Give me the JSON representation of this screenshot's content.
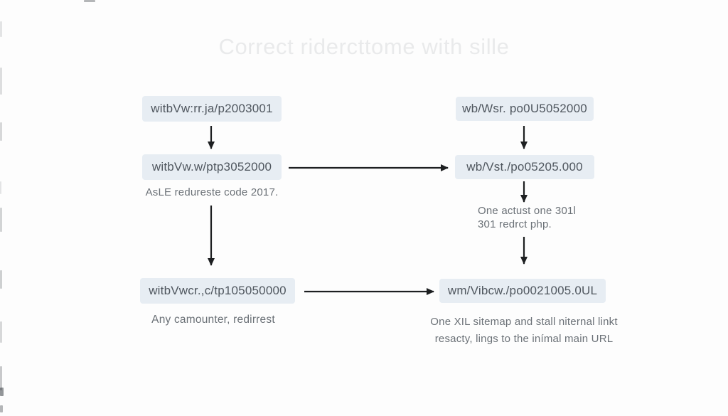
{
  "title": "Correct ridercttome with sille",
  "colors": {
    "background": "#fdfdfd",
    "box_bg": "#e7edf3",
    "box_text": "#4f565e",
    "caption_text": "#6b7177",
    "arrow": "#1d1f21",
    "title_text": "#e9eaeb"
  },
  "left_flow": {
    "box1": "witbVw:rr.ja/p2003001",
    "box2": "witbVw.w/ptp3052000",
    "box2_caption": "AsLE redureste code 2017.",
    "box3": "witbVwcr.,c/tp105050000",
    "box3_caption": "Any camounter, redirrest"
  },
  "right_flow": {
    "box1": "wb/Wsr. po0U5052000",
    "box2": "wb/Vst./po05205.000",
    "box2_caption_line1": "One actust one 301l",
    "box2_caption_line2": "301 redrct php.",
    "box3": "wm/Vibcw./po0021005.0UL",
    "box3_caption_line1": "One XIL sitemap and stall niternal linkt",
    "box3_caption_line2": "resacty, lings to the inímal main URL"
  }
}
